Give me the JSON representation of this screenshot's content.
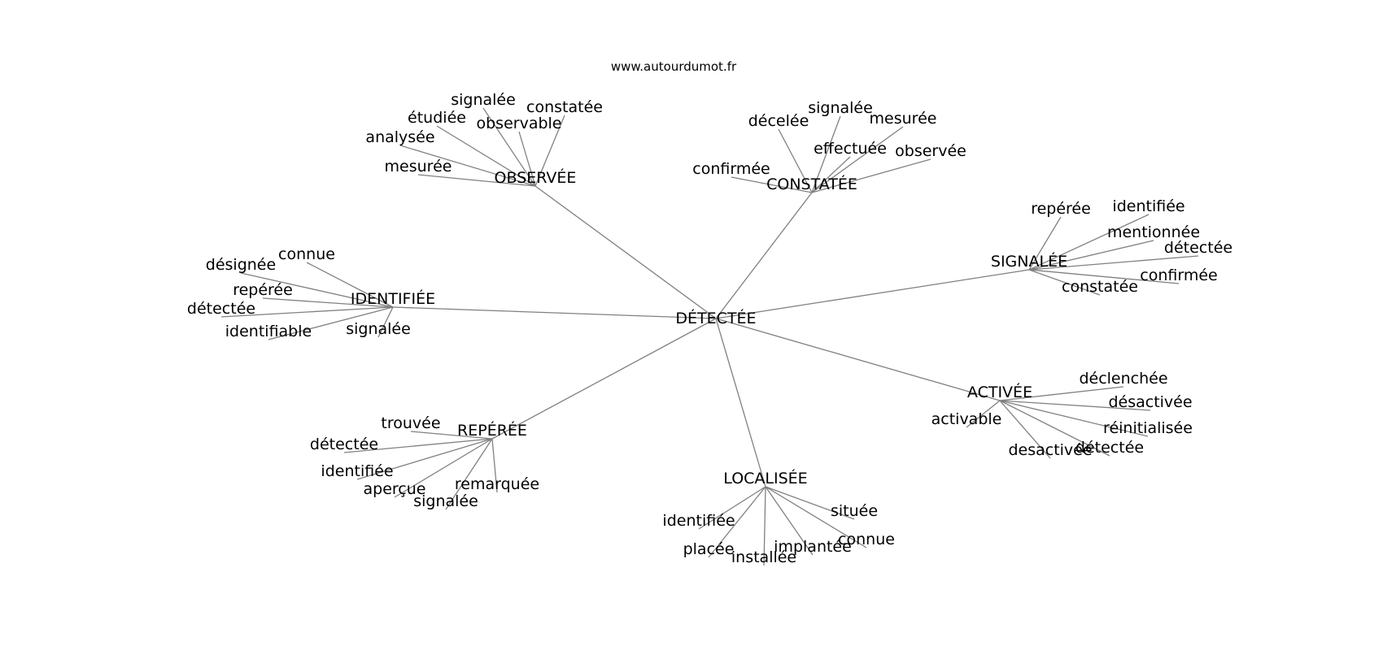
{
  "site": "www.autourdumot.fr",
  "center": "DÉTECTÉE",
  "clusters": [
    {
      "label": "OBSERVÉE",
      "words": [
        "signalée",
        "constatée",
        "étudiée",
        "observable",
        "analysée",
        "mesurée"
      ]
    },
    {
      "label": "CONSTATÉE",
      "words": [
        "signalée",
        "décelée",
        "mesurée",
        "effectuée",
        "observée",
        "confirmée"
      ]
    },
    {
      "label": "SIGNALÉE",
      "words": [
        "repérée",
        "identifiée",
        "mentionnée",
        "détectée",
        "confirmée",
        "constatée"
      ]
    },
    {
      "label": "IDENTIFIÉE",
      "words": [
        "connue",
        "désignée",
        "repérée",
        "détectée",
        "identifiable",
        "signalée"
      ]
    },
    {
      "label": "ACTIVÉE",
      "words": [
        "déclenchée",
        "désactivée",
        "activable",
        "réinitialisée",
        "détectée",
        "desactivée"
      ]
    },
    {
      "label": "REPÉRÉE",
      "words": [
        "trouvée",
        "détectée",
        "identifiée",
        "remarquée",
        "aperçue",
        "signalée"
      ]
    },
    {
      "label": "LOCALISÉE",
      "words": [
        "située",
        "identifiée",
        "connue",
        "implantée",
        "placée",
        "installée"
      ]
    }
  ]
}
